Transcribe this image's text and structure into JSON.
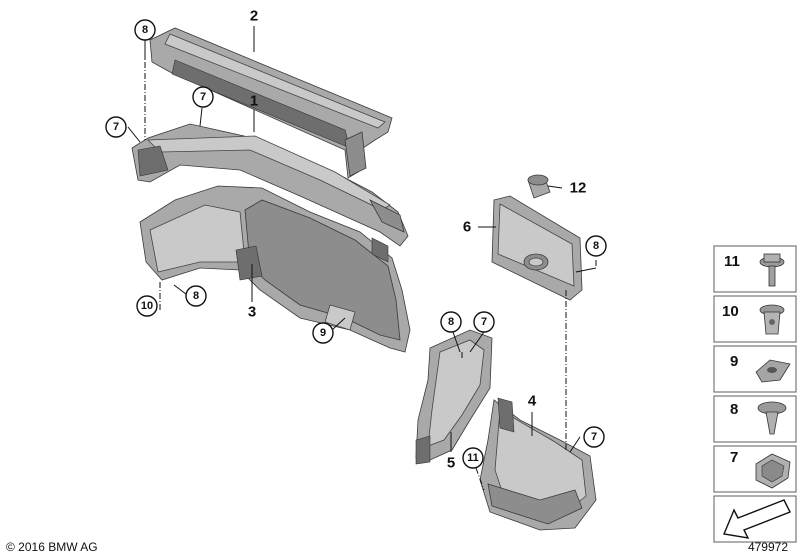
{
  "callouts": {
    "c8a": "8",
    "c7a": "7",
    "c7b": "7",
    "c10": "10",
    "c8b": "8",
    "c9": "9",
    "c8c": "8",
    "c7c": "7",
    "c8d": "8",
    "c11": "11",
    "c7d": "7"
  },
  "part_numbers": {
    "p2": "2",
    "p1": "1",
    "p3": "3",
    "p6": "6",
    "p12": "12",
    "p5": "5",
    "p4": "4"
  },
  "legend": {
    "items": [
      {
        "num": "11",
        "icon": "screw-icon"
      },
      {
        "num": "10",
        "icon": "expanding-rivet-icon"
      },
      {
        "num": "9",
        "icon": "spring-nut-icon"
      },
      {
        "num": "8",
        "icon": "push-clip-icon"
      },
      {
        "num": "7",
        "icon": "clip-nut-icon"
      }
    ],
    "last_icon": "direction-arrow-icon"
  },
  "footer": {
    "copyright": "© 2016 BMW AG",
    "diagram_id": "479972"
  }
}
